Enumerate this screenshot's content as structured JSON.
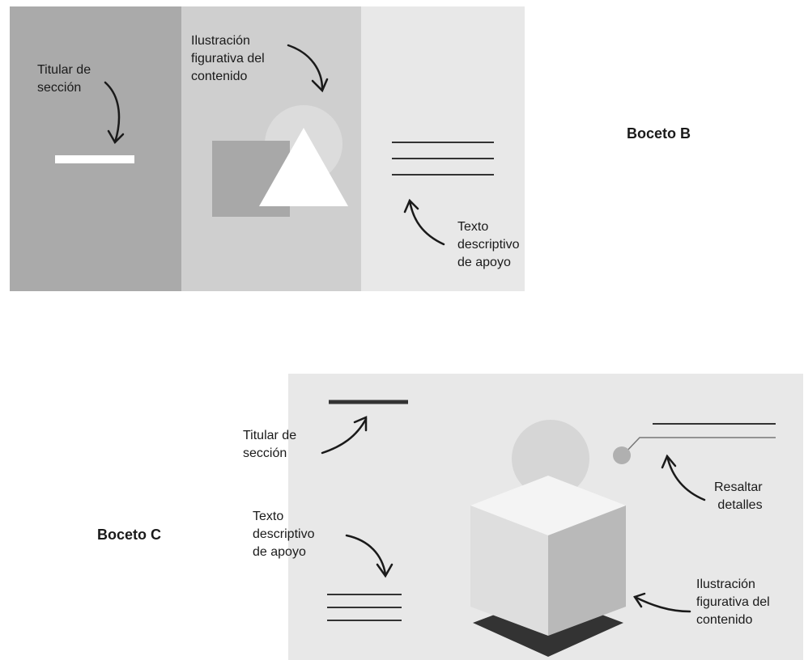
{
  "boceto_b": {
    "title": "Boceto B",
    "label_titular": "Titular de\nsección",
    "label_ilustracion": "Ilustración\nfigurativa del\ncontenido",
    "label_texto": "Texto\ndescriptivo\nde apoyo"
  },
  "boceto_c": {
    "title": "Boceto C",
    "label_titular": "Titular de\nsección",
    "label_texto": "Texto\ndescriptivo\nde apoyo",
    "label_resaltar": "Resaltar\ndetalles",
    "label_ilustracion": "Ilustración\nfigurativa del\ncontenido"
  },
  "colors": {
    "panel_dark": "#aaaaaa",
    "panel_mid": "#cfcfcf",
    "panel_light": "#e8e8e8",
    "line_dark": "#333333",
    "ink": "#1a1a1a"
  }
}
